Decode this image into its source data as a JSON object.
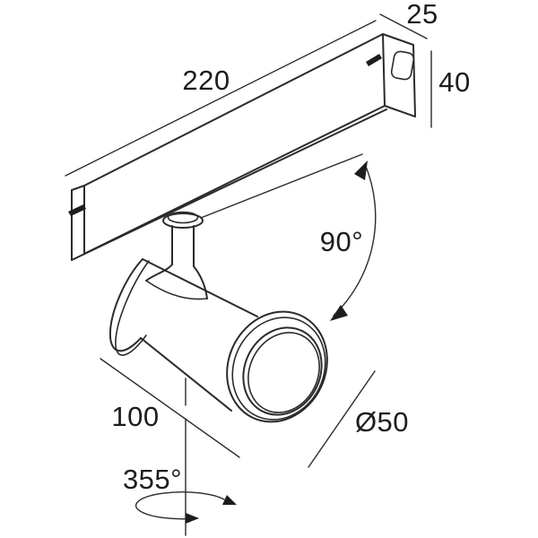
{
  "diagram": {
    "type": "technical-dimension-drawing",
    "subject": "track-mounted cylindrical spotlight luminaire",
    "background_color": "#ffffff",
    "line_color": "#2b2b29",
    "labels": {
      "track_length": "220",
      "track_depth": "25",
      "track_height": "40",
      "tilt_angle": "90°",
      "body_length": "100",
      "body_diameter": "Ø50",
      "rotation_angle": "355°"
    }
  }
}
